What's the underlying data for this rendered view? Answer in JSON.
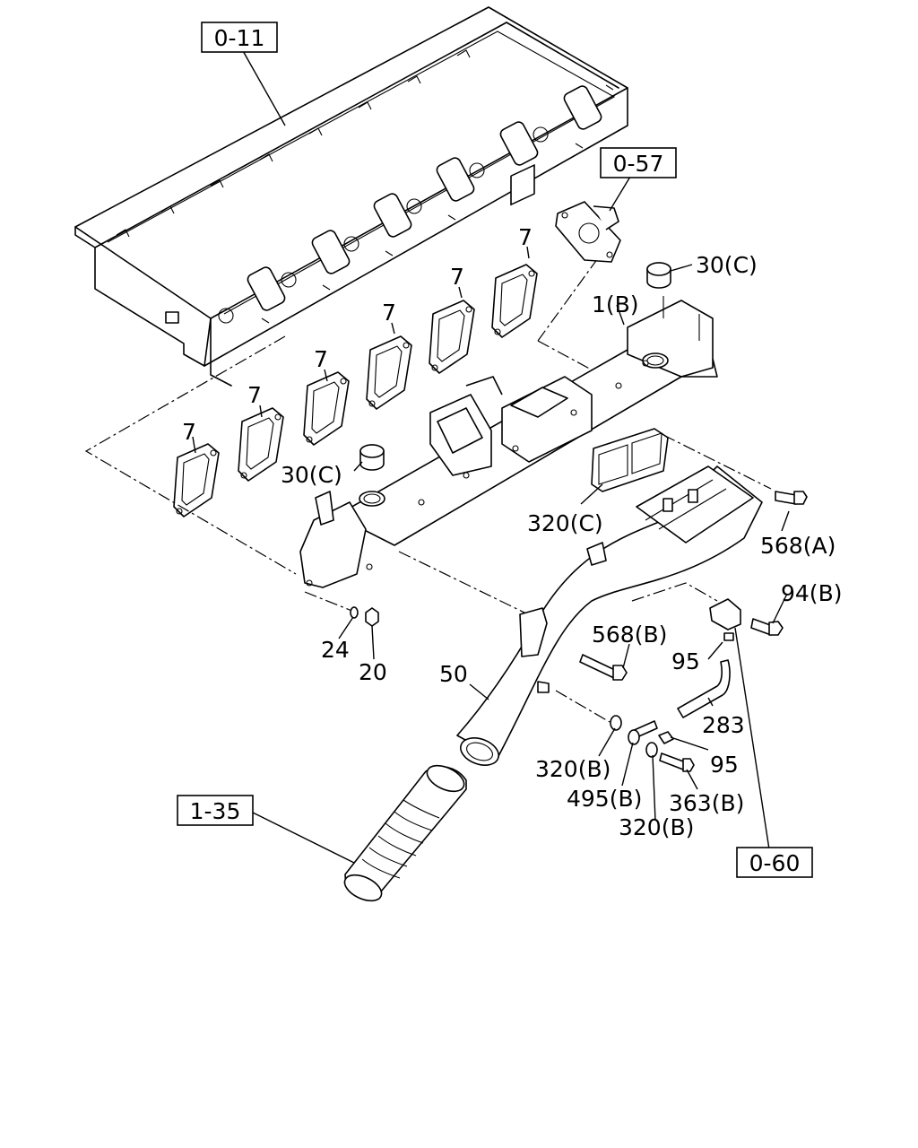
{
  "references": {
    "ref_011": "0-11",
    "ref_057": "0-57",
    "ref_135": "1-35",
    "ref_060": "0-60"
  },
  "parts": {
    "p7": "7",
    "p30c": "30(C)",
    "p1b": "1(B)",
    "p320c": "320(C)",
    "p568a": "568(A)",
    "p94b": "94(B)",
    "p568b": "568(B)",
    "p95": "95",
    "p283": "283",
    "p320b": "320(B)",
    "p495b": "495(B)",
    "p363b": "363(B)",
    "p50": "50",
    "p24": "24",
    "p20": "20"
  },
  "colors": {
    "line": "#000000",
    "background": "#ffffff"
  }
}
